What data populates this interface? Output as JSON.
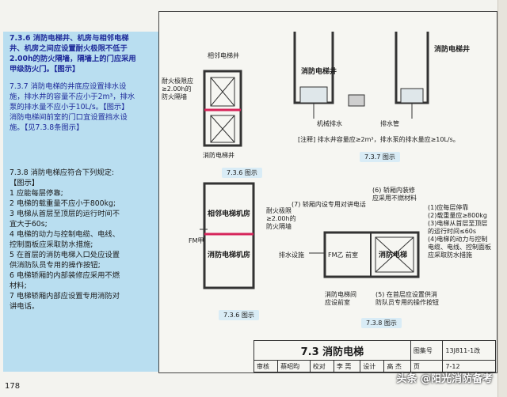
{
  "page_number": "178",
  "sidebar_text": {
    "p736": [
      "7.3.6  消防电梯井、机房与相邻电梯",
      "井、机房之间应设置耐火极限不低于",
      "2.00h的防火隔墙，隔墙上的门应采用",
      "甲级防火门。【图示】"
    ],
    "p737": [
      "7.3.7  消防电梯的井底应设置排水设",
      "施，排水井的容量不应小于2m³，排水",
      "泵的排水量不应小于10L/s。【图示】",
      "消防电梯间前室的门口宜设置挡水设",
      "施。【见7.3.8条图示】"
    ],
    "p738": [
      "7.3.8  消防电梯应符合下列规定:",
      "【图示】",
      "  1  应能每层停靠;",
      "  2  电梯的载重量不应小于800kg;",
      "  3  电梯从首层至顶层的运行时间不",
      "宜大于60s;",
      "  4  电梯的动力与控制电缆、电线、",
      "控制面板应采取防水措施;",
      "  5  在首层的消防电梯入口处应设置",
      "供消防队员专用的操作按钮;",
      "  6  电梯轿厢的内部装修应采用不燃",
      "材料;",
      "  7  电梯轿厢内部应设置专用消防对",
      "讲电话。"
    ]
  },
  "fig736": {
    "label_machine_room": "相邻电梯井",
    "label_fire_wall": [
      "耐火极限应",
      "≥2.00h的",
      "防火隔墙"
    ],
    "label_bottom": "消防电梯井",
    "caption": "7.3.6  图示"
  },
  "fig737": {
    "label_shaft": "消防电梯井",
    "label_shaft2": "消防电梯井",
    "label_drain_left": "机械排水",
    "label_drain_right": "排水管",
    "note": "[注释] 排水井容量应≥2m³，排水泵的排水量应≥10L/s。",
    "caption": "7.3.7  图示"
  },
  "fig736b": {
    "label_top": "相邻电梯机房",
    "label_wall": [
      "耐火极限",
      "≥2.00h的",
      "防火隔墙"
    ],
    "label_bottom": "消防电梯机房",
    "label_fm": "FM甲",
    "caption": "7.3.6  图示"
  },
  "fig738": {
    "c6": [
      "(6) 轿厢内装修",
      "应采用不燃材料"
    ],
    "c7": "(7) 轿厢内设专用对讲电话",
    "c1": "(1)应每层停靠",
    "c2": "(2)载重量应≥800kg",
    "c3": [
      "(3)电梯从首层至顶层",
      "的运行时间≤60s"
    ],
    "c4": [
      "(4)电梯的动力与控制",
      "电缆、电线、控制面板",
      "应采取防水措施"
    ],
    "label_drain": "排水设施",
    "label_front": "FM乙 前室",
    "label_elevator": "消防电梯",
    "c_front": [
      "消防电梯间",
      "应设前室"
    ],
    "c5": [
      "(5) 在首层应设置供消",
      "防队员专用的操作按钮"
    ],
    "caption": "7.3.8  图示"
  },
  "title_block": {
    "title": "7.3  消防电梯",
    "atlas_label": "图集号",
    "atlas_no": "13J811-1改",
    "row": [
      "审核",
      "蔡昭昀",
      "校对",
      "李 莞",
      "设计",
      "高 杰",
      "页",
      "7-12"
    ]
  },
  "watermark": "头条 @阳光消防备考"
}
